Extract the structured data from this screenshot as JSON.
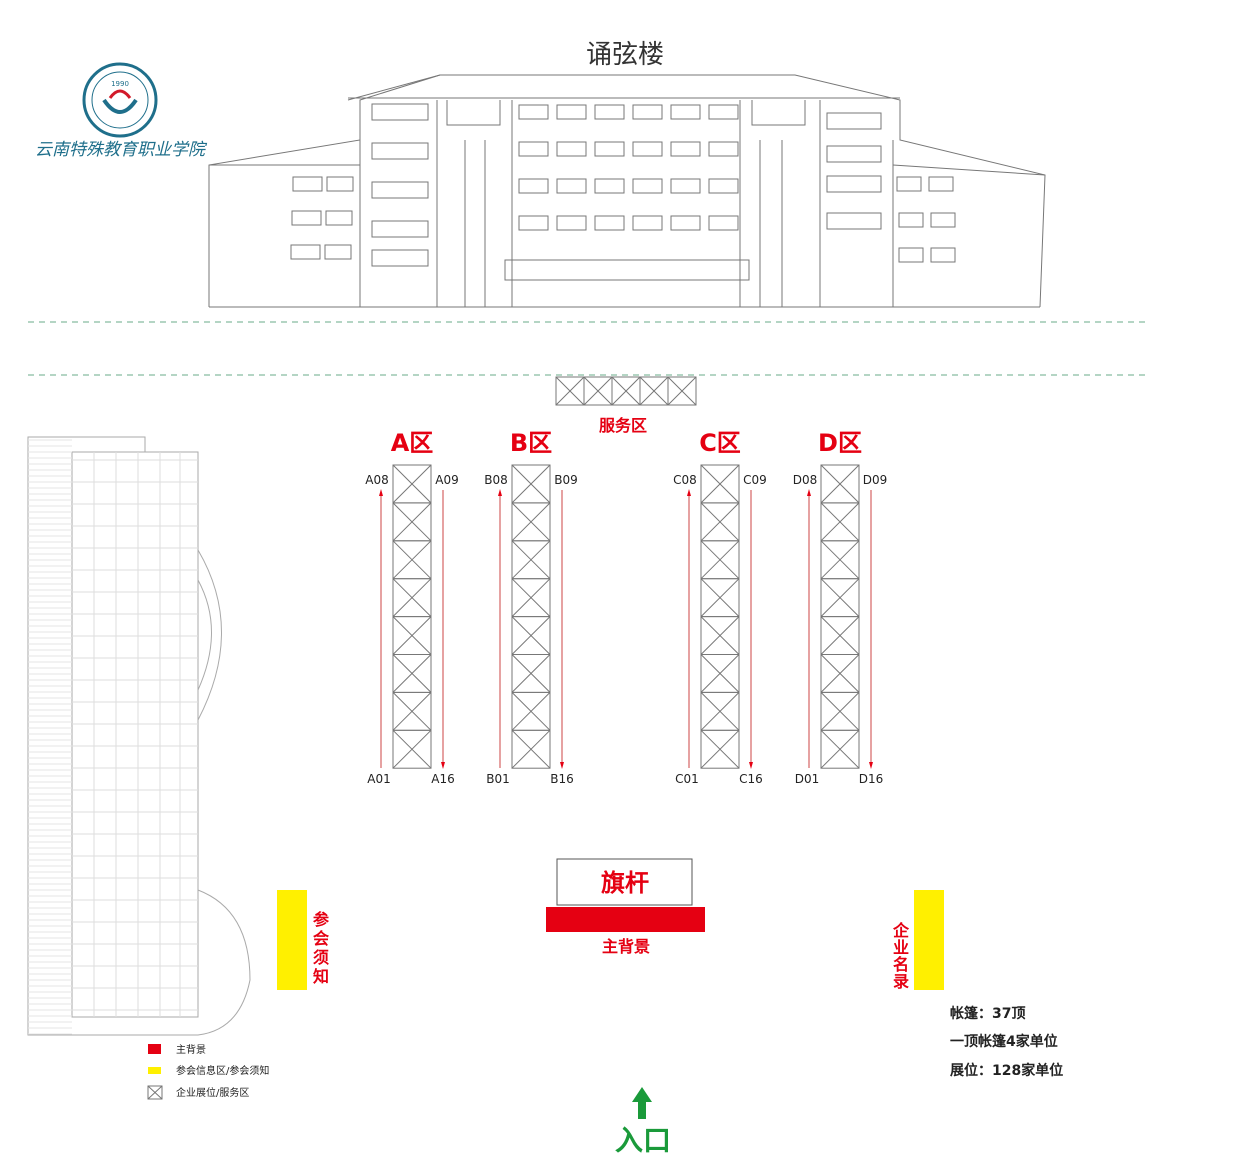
{
  "building_name": "诵弦楼",
  "logo": {
    "text": "云南特殊教育职业学院",
    "year": "1990"
  },
  "service_area": "服务区",
  "zones": [
    {
      "name": "A区",
      "top_left": "A08",
      "top_right": "A09",
      "bottom_left": "A01",
      "bottom_right": "A16"
    },
    {
      "name": "B区",
      "top_left": "B08",
      "top_right": "B09",
      "bottom_left": "B01",
      "bottom_right": "B16"
    },
    {
      "name": "C区",
      "top_left": "C08",
      "top_right": "C09",
      "bottom_left": "C01",
      "bottom_right": "C16"
    },
    {
      "name": "D区",
      "top_left": "D08",
      "top_right": "D09",
      "bottom_left": "D01",
      "bottom_right": "D16"
    }
  ],
  "flagpole": "旗杆",
  "main_backdrop": "主背景",
  "notice_board": [
    "参",
    "会",
    "须",
    "知"
  ],
  "company_list": [
    "企",
    "业",
    "名",
    "录"
  ],
  "stats": [
    "帐篷：37顶",
    "一顶帐篷4家单位",
    "展位：128家单位"
  ],
  "legend": [
    {
      "label": "主背景",
      "color": "#e50012"
    },
    {
      "label": "参会信息区/参会须知",
      "color": "#fff000"
    },
    {
      "label": "企业展位/服务区",
      "color": "none"
    }
  ],
  "entrance": "入口",
  "colors": {
    "red": "#e50012",
    "yellow": "#fff000",
    "green": "#1a9a3a"
  }
}
